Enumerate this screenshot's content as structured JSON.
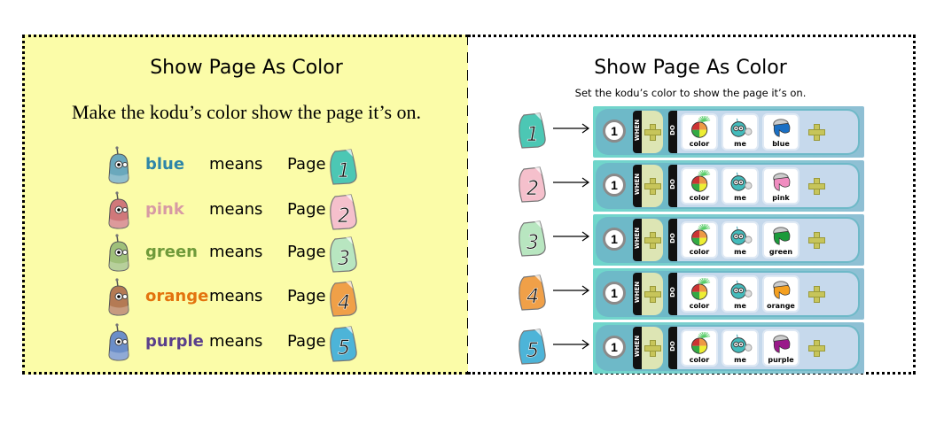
{
  "left_panel": {
    "title": "Show Page As Color",
    "subtitle": "Make the kodu’s color show the page it’s on.",
    "means_label": "means",
    "page_label": "Page",
    "rows": [
      {
        "color_name": "blue",
        "color_hex": "#2e86a8",
        "kodu_hex": "#6aa8bc",
        "page": "1",
        "card_hex": "#4cc7b4"
      },
      {
        "color_name": "pink",
        "color_hex": "#d79aa4",
        "kodu_hex": "#d0787a",
        "page": "2",
        "card_hex": "#f5c0cc"
      },
      {
        "color_name": "green",
        "color_hex": "#6f9a3a",
        "kodu_hex": "#9fc07a",
        "page": "3",
        "card_hex": "#b8e6c0"
      },
      {
        "color_name": "orange",
        "color_hex": "#e3730e",
        "kodu_hex": "#b47a54",
        "page": "4",
        "card_hex": "#f0a048"
      },
      {
        "color_name": "purple",
        "color_hex": "#5a3f8c",
        "kodu_hex": "#6b8ec8",
        "page": "5",
        "card_hex": "#4db4d8"
      }
    ]
  },
  "right_panel": {
    "title": "Show Page As Color",
    "subtitle": "Set the kodu’s color to show the page it’s on.",
    "when_label": "WHEN",
    "do_label": "DO",
    "rules": [
      {
        "page": "1",
        "card_hex": "#4cc7b4",
        "rule_number": "1",
        "tiles": [
          "color",
          "me",
          "blue"
        ],
        "paint_hex": "#1a6fc4"
      },
      {
        "page": "2",
        "card_hex": "#f5c0cc",
        "rule_number": "1",
        "tiles": [
          "color",
          "me",
          "pink"
        ],
        "paint_hex": "#f08cc0"
      },
      {
        "page": "3",
        "card_hex": "#b8e6c0",
        "rule_number": "1",
        "tiles": [
          "color",
          "me",
          "green"
        ],
        "paint_hex": "#1a9a3a"
      },
      {
        "page": "4",
        "card_hex": "#f0a048",
        "rule_number": "1",
        "tiles": [
          "color",
          "me",
          "orange"
        ],
        "paint_hex": "#f5a020"
      },
      {
        "page": "5",
        "card_hex": "#4db4d8",
        "rule_number": "1",
        "tiles": [
          "color",
          "me",
          "purple"
        ],
        "paint_hex": "#9a1a8a"
      }
    ]
  }
}
